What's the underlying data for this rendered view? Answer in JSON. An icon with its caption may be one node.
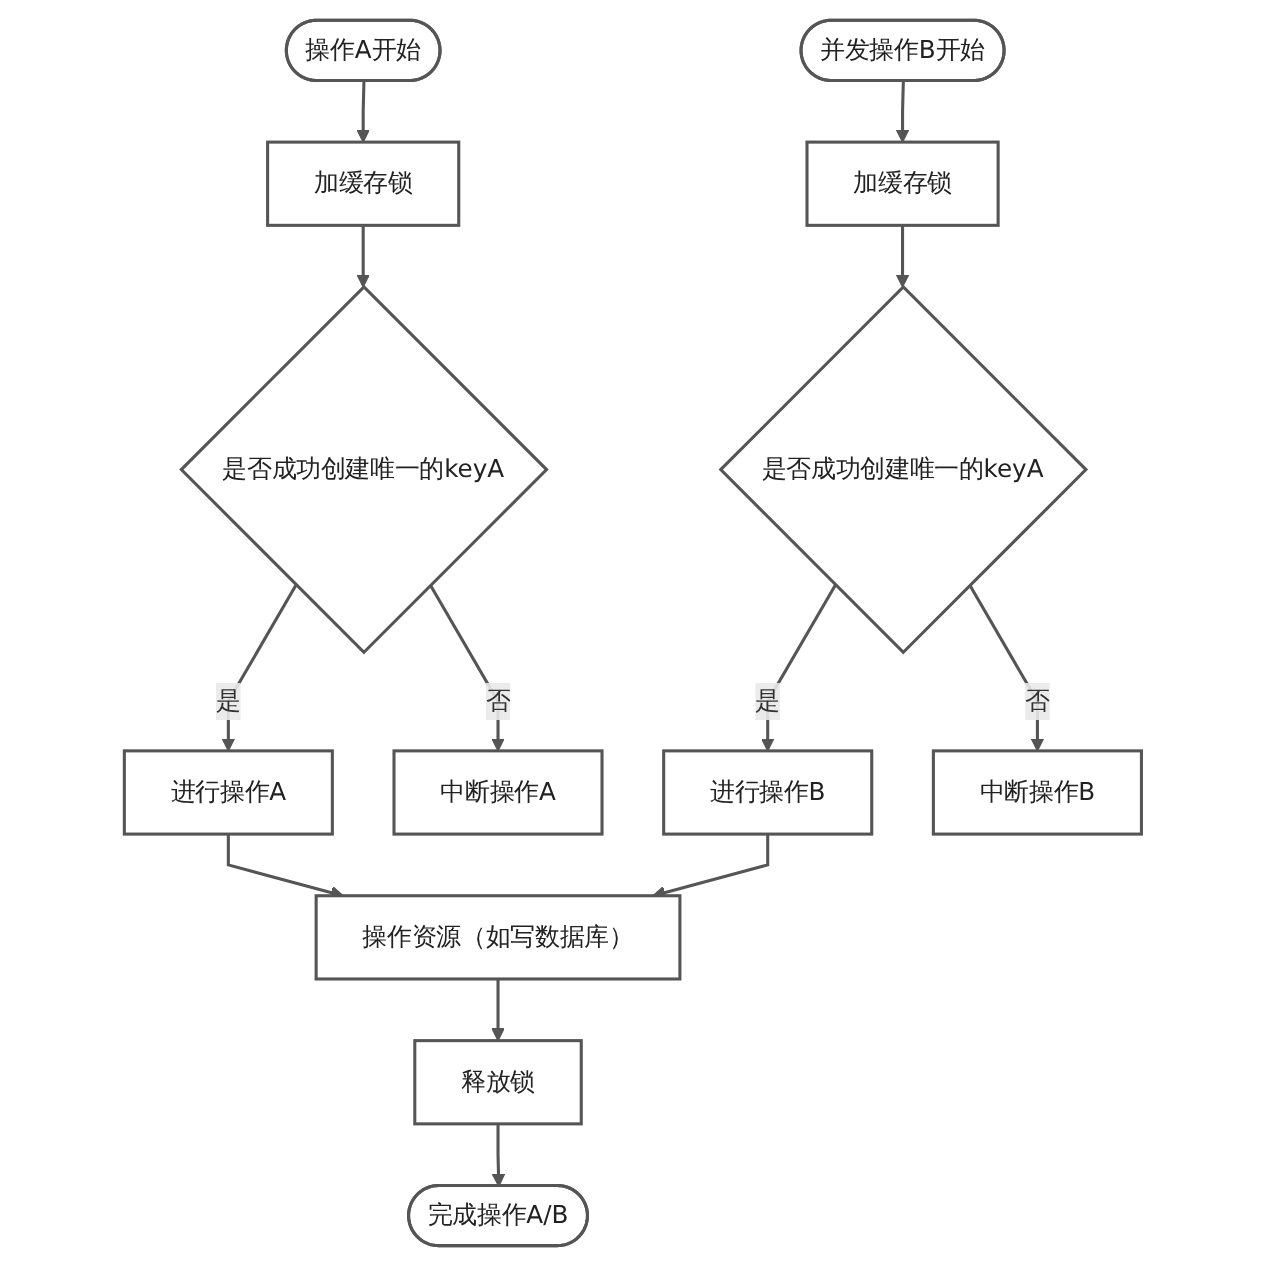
{
  "diagram": {
    "nodes": [
      {
        "text": [
          "操作A开始"
        ]
      },
      {
        "text": [
          "加缓存锁"
        ]
      },
      {
        "text": [
          "是否成功创建唯一的keyA"
        ]
      },
      {
        "text": [
          "进行操作A"
        ]
      },
      {
        "text": [
          "中断操作A"
        ]
      },
      {
        "text": [
          "操作资源（如写数据库）"
        ]
      },
      {
        "text": [
          "释放锁"
        ]
      },
      {
        "text": [
          "完成操作A/B"
        ]
      },
      {
        "text": [
          "并发操作B开始"
        ]
      },
      {
        "text": [
          "加缓存锁"
        ]
      },
      {
        "text": [
          "是否成功创建唯一的keyA"
        ]
      },
      {
        "text": [
          "进行操作B"
        ]
      },
      {
        "text": [
          "中断操作B"
        ]
      }
    ],
    "edges": [
      {
        "from": 0,
        "to": 1,
        "arrow": "to"
      },
      {
        "from": 1,
        "to": 2,
        "arrow": "to"
      },
      {
        "from": 2,
        "to": 3,
        "label": "是",
        "arrow": "to"
      },
      {
        "from": 2,
        "to": 4,
        "label": "否",
        "arrow": "to"
      },
      {
        "from": 3,
        "to": 5,
        "arrow": "to"
      },
      {
        "from": 5,
        "to": 6,
        "arrow": "to"
      },
      {
        "from": 6,
        "to": 7,
        "arrow": "to"
      },
      {
        "from": 8,
        "to": 9,
        "arrow": "to"
      },
      {
        "from": 9,
        "to": 10,
        "arrow": "to"
      },
      {
        "from": 10,
        "to": 11,
        "label": "是",
        "arrow": "to"
      },
      {
        "from": 10,
        "to": 12,
        "label": "否",
        "arrow": "to"
      },
      {
        "from": 11,
        "to": 5,
        "arrow": "to"
      }
    ]
  }
}
